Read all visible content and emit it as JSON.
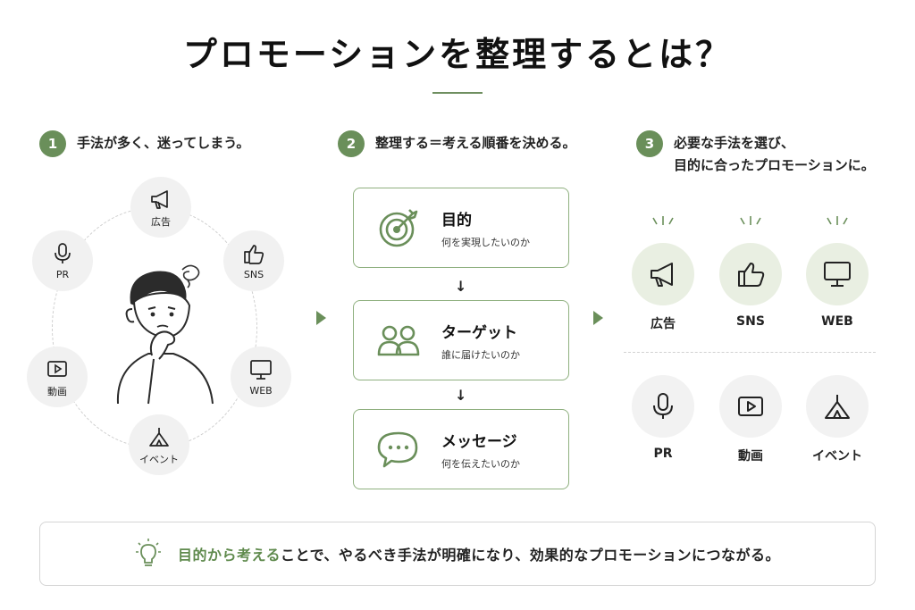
{
  "title": "プロモーションを整理するとは？",
  "steps": [
    {
      "num": "1",
      "text": "手法が多く、迷ってしまう。"
    },
    {
      "num": "2",
      "text": "整理する＝考える順番を決める。"
    },
    {
      "num": "3",
      "line1": "必要な手法を選び、",
      "line2": "目的に合ったプロモーションに。"
    }
  ],
  "col1": {
    "items": [
      {
        "label": "広告",
        "icon": "megaphone-icon"
      },
      {
        "label": "SNS",
        "icon": "thumbs-up-icon"
      },
      {
        "label": "WEB",
        "icon": "monitor-icon"
      },
      {
        "label": "イベント",
        "icon": "tent-icon"
      },
      {
        "label": "動画",
        "icon": "video-play-icon"
      },
      {
        "label": "PR",
        "icon": "microphone-icon"
      }
    ]
  },
  "col2": {
    "boxes": [
      {
        "title": "目的",
        "sub": "何を実現したいのか",
        "icon": "target-icon"
      },
      {
        "title": "ターゲット",
        "sub": "誰に届けたいのか",
        "icon": "people-icon"
      },
      {
        "title": "メッセージ",
        "sub": "何を伝えたいのか",
        "icon": "speech-bubble-icon"
      }
    ],
    "arrow": "↓"
  },
  "col3": {
    "selected": [
      {
        "label": "広告",
        "icon": "megaphone-icon"
      },
      {
        "label": "SNS",
        "icon": "thumbs-up-icon"
      },
      {
        "label": "WEB",
        "icon": "monitor-icon"
      }
    ],
    "others": [
      {
        "label": "PR",
        "icon": "microphone-icon"
      },
      {
        "label": "動画",
        "icon": "video-play-icon"
      },
      {
        "label": "イベント",
        "icon": "tent-icon"
      }
    ]
  },
  "bottom": {
    "highlight": "目的から考える",
    "rest": "ことで、やるべき手法が明確になり、効果的なプロモーションにつながる。"
  },
  "colors": {
    "accent": "#6a8f5a",
    "accent_light": "#e9efe2",
    "border": "#8fb07f"
  }
}
